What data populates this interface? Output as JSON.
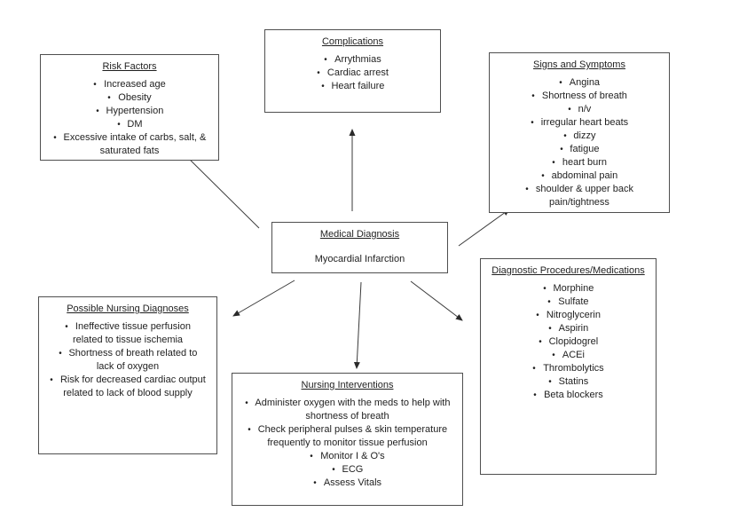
{
  "diagram": {
    "text_color": "#1f1f1f",
    "border_color": "#4f4f4f",
    "background_color": "#ffffff",
    "center": {
      "title": "Medical Diagnosis",
      "subtitle": "Myocardial Infarction"
    },
    "boxes": {
      "risk_factors": {
        "title": "Risk Factors",
        "items": [
          "Increased age",
          "Obesity",
          "Hypertension",
          "DM",
          "Excessive intake of carbs, salt, & saturated fats"
        ]
      },
      "complications": {
        "title": "Complications",
        "items": [
          "Arrythmias",
          "Cardiac arrest",
          "Heart failure"
        ]
      },
      "signs_symptoms": {
        "title": "Signs and Symptoms",
        "items": [
          "Angina",
          "Shortness of breath",
          "n/v",
          "irregular heart beats",
          "dizzy",
          "fatigue",
          "heart burn",
          "abdominal pain",
          "shoulder & upper back pain/tightness"
        ]
      },
      "nursing_diagnoses": {
        "title": "Possible Nursing Diagnoses",
        "items": [
          "Ineffective tissue perfusion related to tissue ischemia",
          "Shortness of breath related to lack of oxygen",
          "Risk for decreased cardiac output related to lack of blood supply"
        ]
      },
      "nursing_interventions": {
        "title": "Nursing Interventions",
        "items": [
          "Administer oxygen with the meds to help with shortness of breath",
          "Check peripheral pulses & skin temperature frequently to monitor tissue perfusion",
          "Monitor I & O's",
          "ECG",
          "Assess Vitals"
        ]
      },
      "diagnostic_procedures": {
        "title": "Diagnostic Procedures/Medications",
        "items": [
          "Morphine",
          "Sulfate",
          "Nitroglycerin",
          "Aspirin",
          "Clopidogrel",
          "ACEi",
          "Thrombolytics",
          "Statins",
          "Beta blockers"
        ]
      }
    }
  }
}
